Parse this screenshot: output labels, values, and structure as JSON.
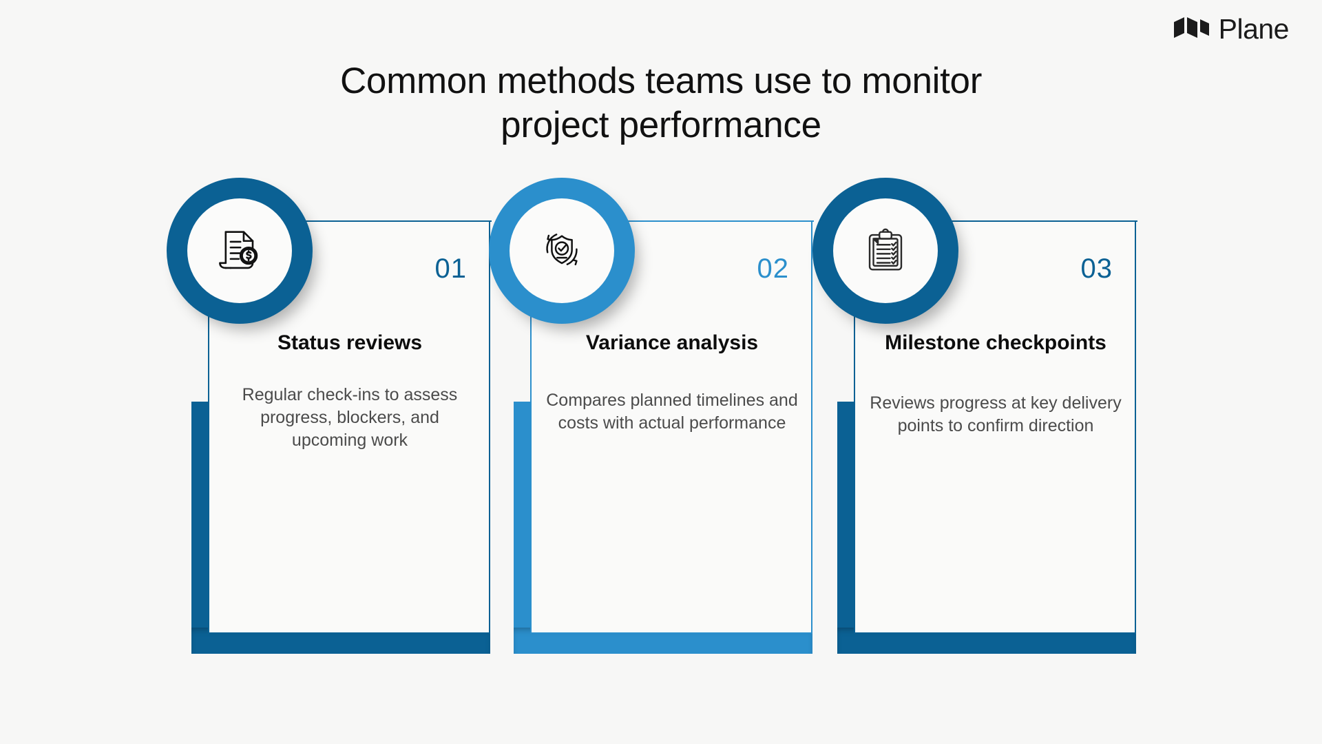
{
  "brand": {
    "name": "Plane",
    "logo_icon": "plane-logo-icon"
  },
  "title": {
    "line1": "Common methods teams use to monitor",
    "line2": "project performance"
  },
  "colors": {
    "background": "#f7f7f6",
    "card_face": "#fafaf9",
    "accent_dark": "#0b6194",
    "accent_light": "#2b8fcc",
    "heading_text": "#0d0d0d",
    "body_text": "#4b4b4b"
  },
  "cards": [
    {
      "number": "01",
      "heading": "Status reviews",
      "body": "Regular check-ins to assess progress, blockers, and upcoming work",
      "icon": "document-dollar-icon",
      "accent": "#0b6194"
    },
    {
      "number": "02",
      "heading": "Variance analysis",
      "body": "Compares planned timelines and costs with actual performance",
      "icon": "shield-check-refresh-icon",
      "accent": "#2b8fcc"
    },
    {
      "number": "03",
      "heading": "Milestone checkpoints",
      "body": "Reviews progress at key delivery points to confirm direction",
      "icon": "clipboard-checklist-icon",
      "accent": "#0b6194"
    }
  ]
}
